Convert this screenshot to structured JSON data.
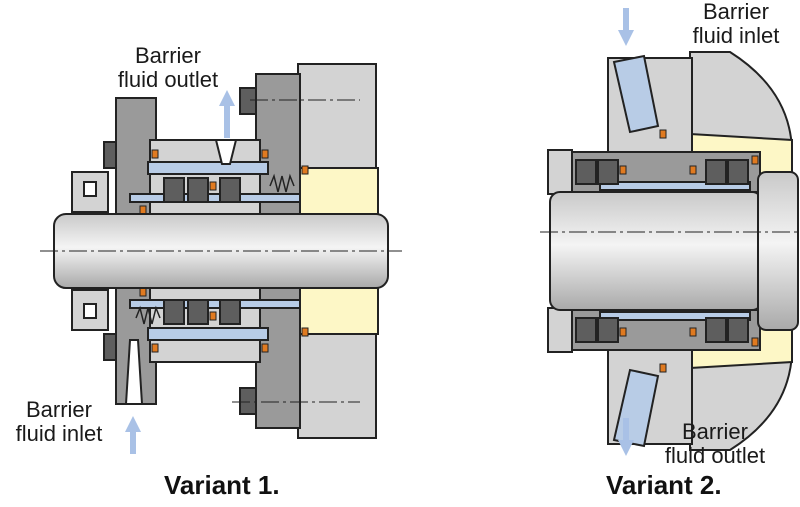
{
  "variant1": {
    "caption": "Variant 1.",
    "outlet_label": [
      "Barrier",
      "fluid outlet"
    ],
    "inlet_label": [
      "Barrier",
      "fluid inlet"
    ]
  },
  "variant2": {
    "caption": "Variant 2.",
    "inlet_label": [
      "Barrier",
      "fluid inlet"
    ],
    "outlet_label": [
      "Barrier",
      "fluid outlet"
    ]
  },
  "colors": {
    "housing": "#d3d3d3",
    "steel": "#9a9a9a",
    "dark": "#5e5e5e",
    "cavity": "#fdf7c6",
    "fluid": "#b8cce6",
    "arrow": "#a9c1e6",
    "oring": "#e07a20",
    "outline": "#222222"
  }
}
